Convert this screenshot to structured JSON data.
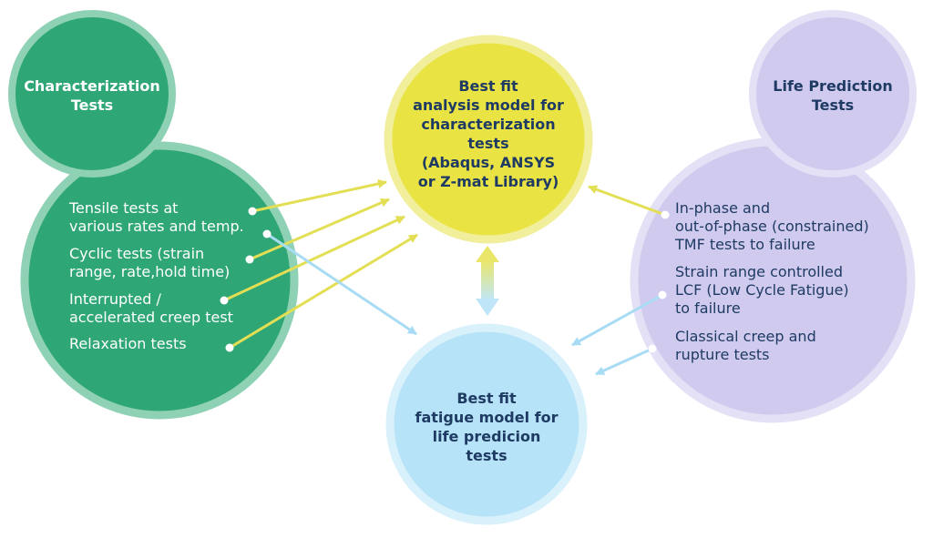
{
  "characterization": {
    "title": "Characterization\nTests",
    "items": [
      "Tensile tests at\nvarious rates and temp.",
      "Cyclic tests (strain\nrange, rate,hold time)",
      "Interrupted /\naccelerated creep test",
      "Relaxation tests"
    ]
  },
  "analysis_model": {
    "title": "Best fit\nanalysis model for\ncharacterization\ntests\n(Abaqus, ANSYS\nor Z-mat Library)"
  },
  "fatigue_model": {
    "title": "Best fit\nfatigue model for\nlife predicion\ntests"
  },
  "life_prediction": {
    "title": "Life Prediction\nTests",
    "items": [
      "In-phase and\nout-of-phase (constrained)\nTMF tests to failure",
      "Strain range controlled\nLCF (Low Cycle Fatigue)\nto failure",
      "Classical creep and\nrupture tests"
    ]
  },
  "colors": {
    "green": "#2fa675",
    "green_border": "#8fd1b4",
    "yellow": "#e9e443",
    "yellow_border": "#f1ee9c",
    "blue": "#b7e3f8",
    "blue_border": "#d9f1fb",
    "lavender": "#cfcaee",
    "lavender_border": "#e4e1f6",
    "arrow_yellow": "#e3df55",
    "arrow_blue": "#a8dcf4"
  }
}
